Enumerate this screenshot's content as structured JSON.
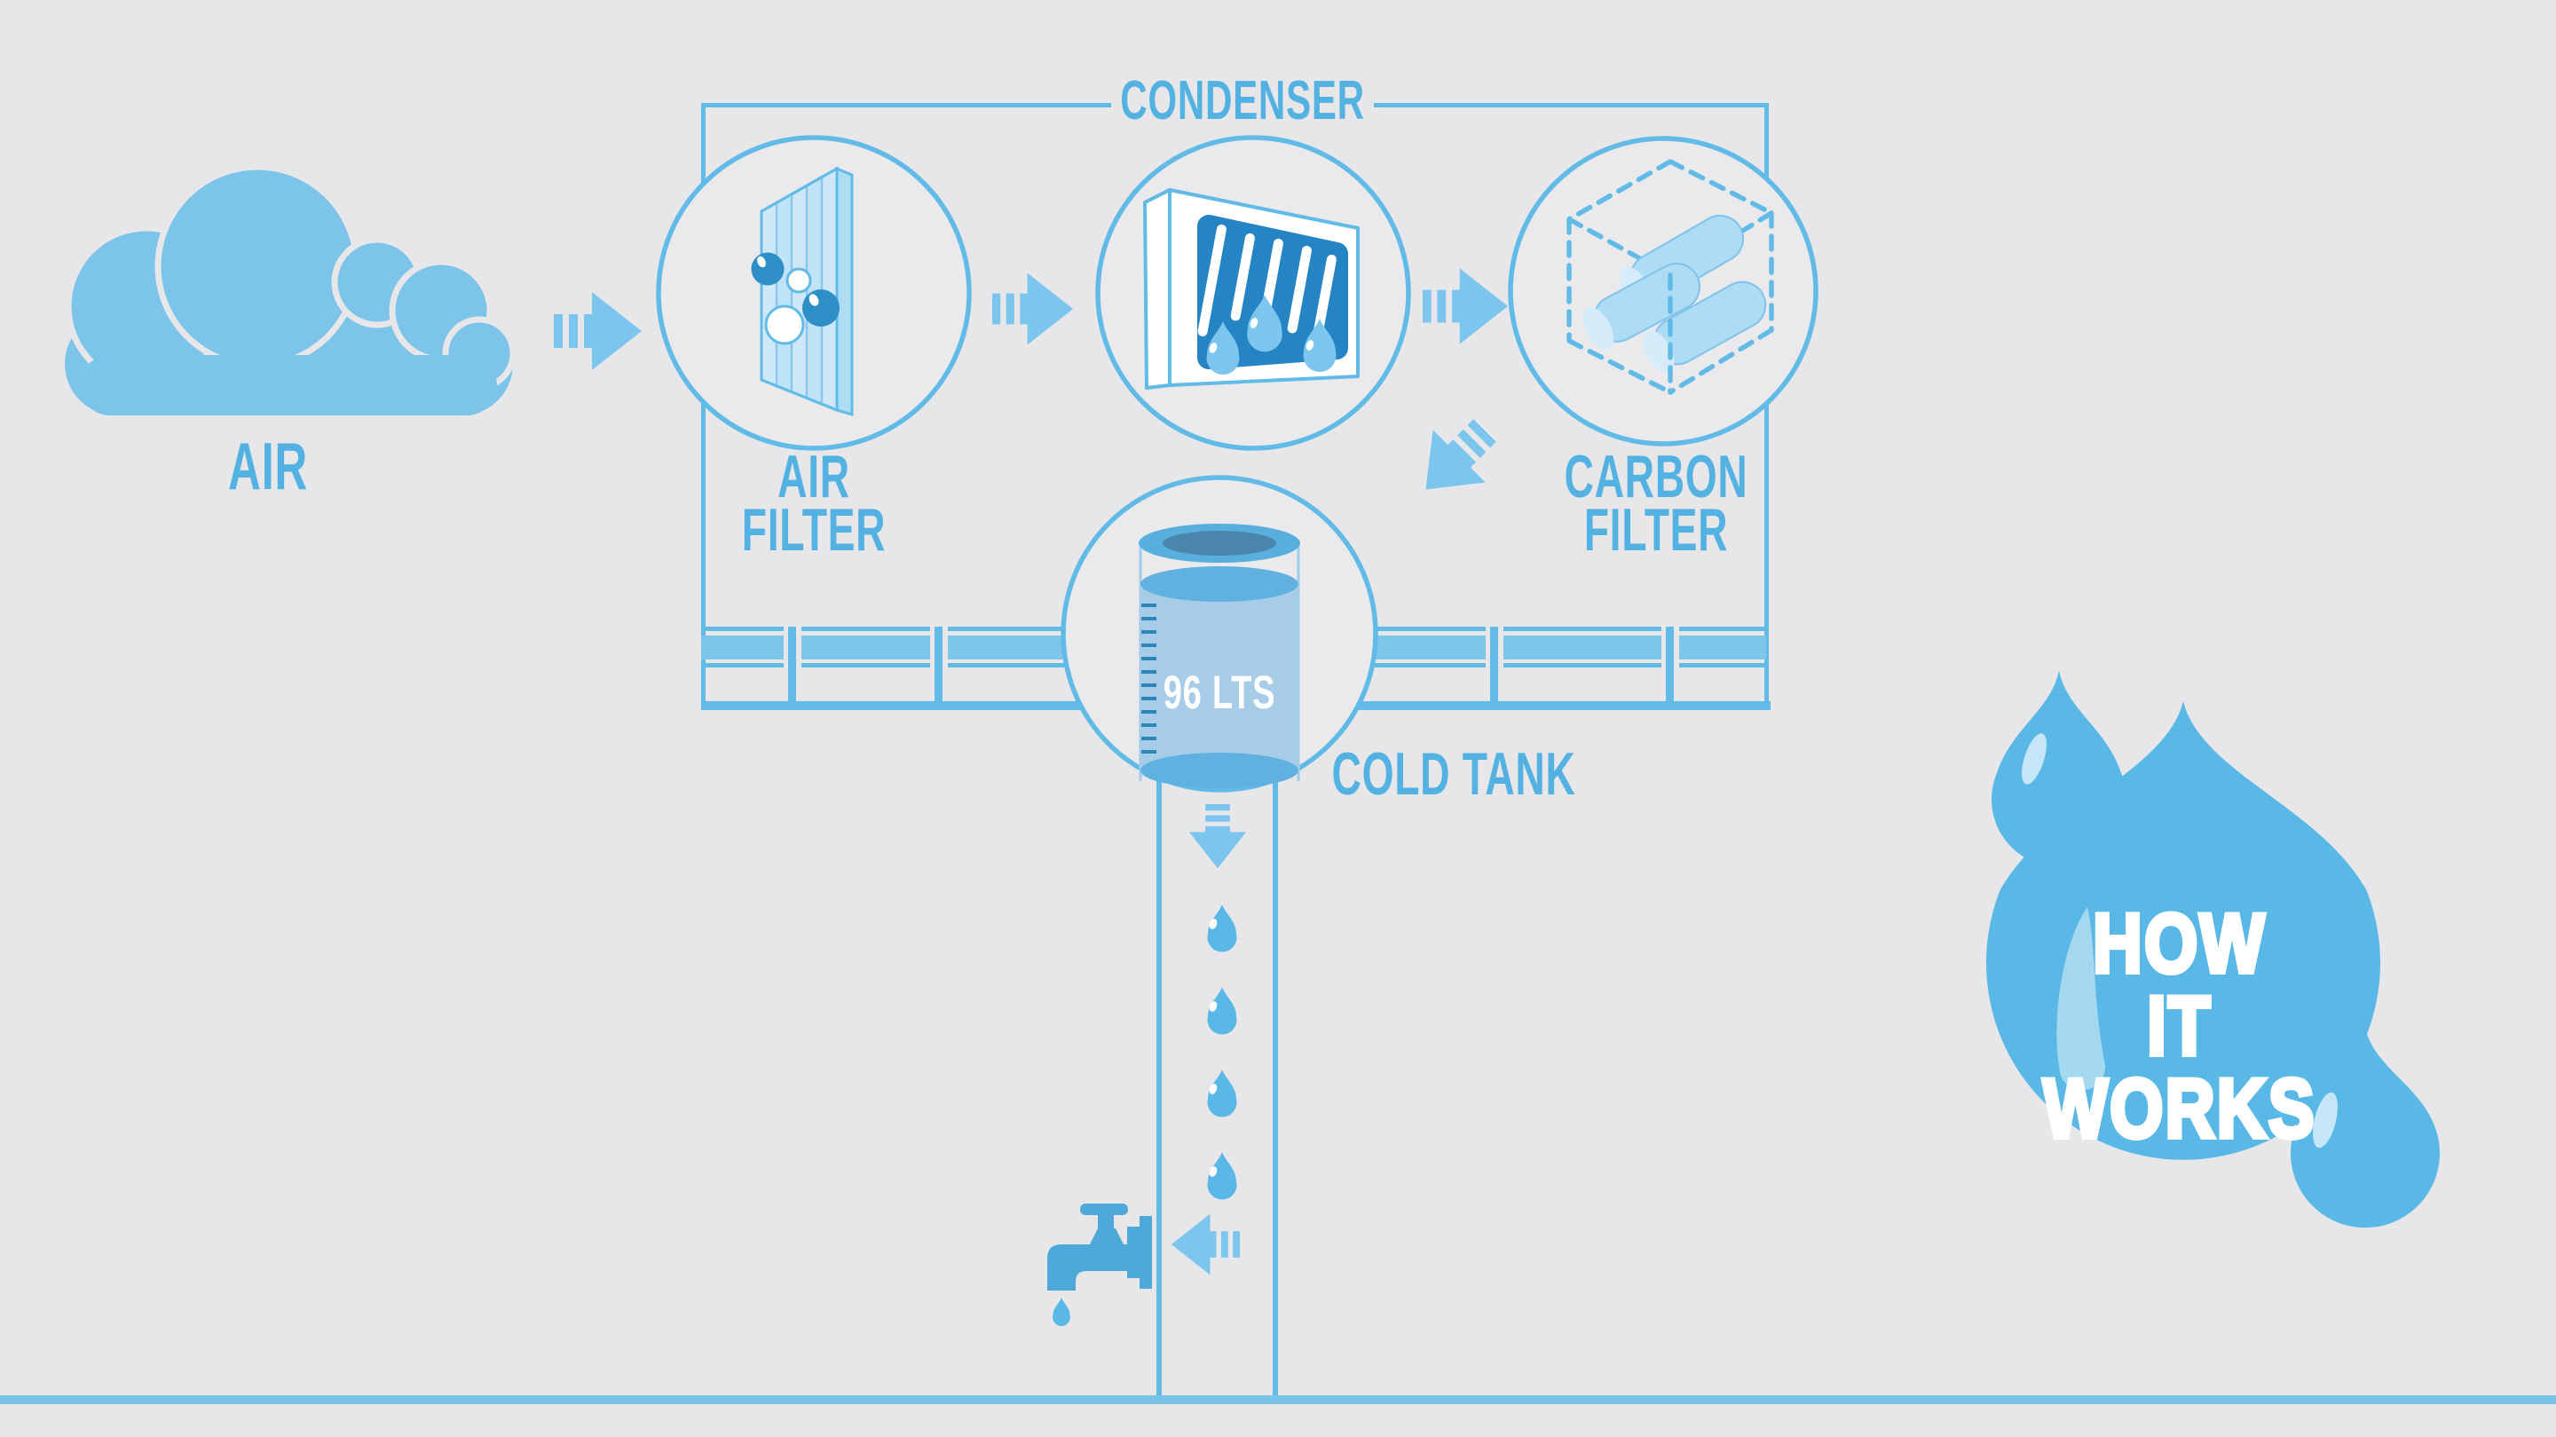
{
  "labels": {
    "air": "AIR",
    "condenser": "CONDENSER",
    "air_filter_1": "AIR",
    "air_filter_2": "FILTER",
    "carbon_filter_1": "CARBON",
    "carbon_filter_2": "FILTER",
    "cold_tank": "COLD TANK",
    "tank_volume": "96 LTS",
    "how_1": "HOW",
    "how_2": "IT",
    "how_3": "WORKS"
  },
  "icons": {
    "cloud": "cloud-icon",
    "air_filter": "pleated-filter-with-particles-icon",
    "condenser": "radiator-with-drips-icon",
    "carbon_filter": "dashed-cube-with-carbon-cylinders-icon",
    "cold_tank": "water-tank-icon",
    "faucet": "tap-icon",
    "drops": "water-drop-icon",
    "flow": "dashed-arrow-icon"
  },
  "colors": {
    "bg": "#e7e7e9",
    "circle_fill": "#eaeaec",
    "stroke": "#62bbe7",
    "label": "#54b2e2",
    "arrow": "#7cc5ee",
    "cloud": "#7cc4ea",
    "band": "#7dc6ea",
    "ground": "#7ac2e8",
    "dark": "#2484c4",
    "particle": "#2e8fc7",
    "panel": "#cfe8f8",
    "panel_alt": "#bfe3f7",
    "panel_side": "#aedcf5",
    "panel_line": "#8cc6ec",
    "cyl": "#aedcf5",
    "cyl_cap": "#d6ecfa",
    "cyl_edge": "#7fc2ea",
    "tank_rim": "#58aedd",
    "tank_rim_inner": "#4a86ac",
    "water": "#a6cce8",
    "water_edge": "#60b1e0",
    "tick": "#2e86b8",
    "drop": "#5ab8e6",
    "faucet": "#4fa9d8"
  }
}
